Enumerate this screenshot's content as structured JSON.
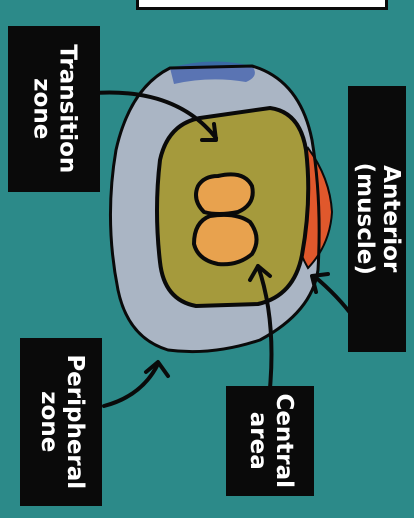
{
  "labels": {
    "transition_zone": "Transition\nzone",
    "anterior": "Anterior (muscle)",
    "peripheral_zone": "Peripheral\nzone",
    "central_area": "Central\narea"
  },
  "colors": {
    "background": "#2c8a89",
    "peripheral": "#aab5c4",
    "transition": "#a59a3c",
    "central_lobes": "#e8a24e",
    "anterior_muscle": "#e0582c",
    "outline": "#0a0a0a",
    "label_box": "#0a0a0a",
    "label_text": "#ffffff"
  }
}
